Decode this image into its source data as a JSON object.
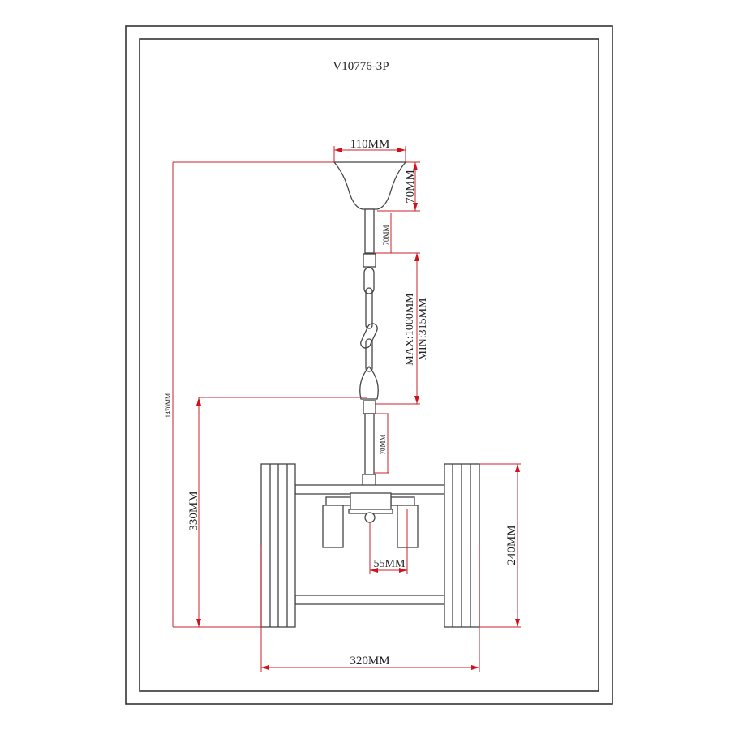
{
  "title": "V10776-3P",
  "dimensions": {
    "canopy_width": "110MM",
    "canopy_height": "70MM",
    "top_rod": "70MM",
    "chain_max": "MAX:1000MM",
    "chain_min": "MIN:315MM",
    "total_height": "1470MM",
    "body_height": "330MM",
    "lower_rod": "70MM",
    "frame_height": "240MM",
    "lamp_spacing": "55MM",
    "width": "320MM"
  },
  "colors": {
    "dimension": "#c8202a",
    "outline": "#444444"
  }
}
